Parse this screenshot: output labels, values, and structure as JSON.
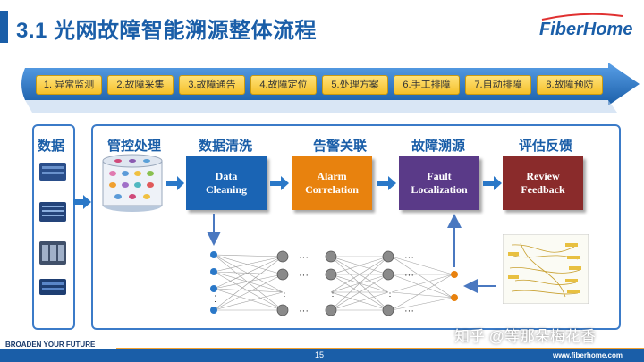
{
  "header": {
    "title": "3.1 光网故障智能溯源整体流程",
    "logo": "FiberHome"
  },
  "process_steps": [
    "1. 异常监测",
    "2.故障采集",
    "3.故障通告",
    "4.故障定位",
    "5.处理方案",
    "6.手工排障",
    "7.自动排障",
    "8.故障预防"
  ],
  "left_panel": {
    "label": "数据"
  },
  "stages": {
    "control": "管控处理",
    "cleaning": "数据清洗",
    "alarm": "告警关联",
    "trace": "故障溯源",
    "review": "评估反馈"
  },
  "boxes": {
    "cleaning": "Data Cleaning",
    "alarm": "Alarm Correlation",
    "fault": "Fault Localization",
    "review": "Review Feedback"
  },
  "colors": {
    "cleaning": "#1a64b4",
    "alarm": "#e8820e",
    "fault": "#5a3a88",
    "review": "#8a2b2b"
  },
  "footer": {
    "tagline": "BROADEN YOUR FUTURE",
    "page": "15",
    "website": "www.fiberhome.com"
  },
  "watermark": "知乎 @等那朵梅花香"
}
